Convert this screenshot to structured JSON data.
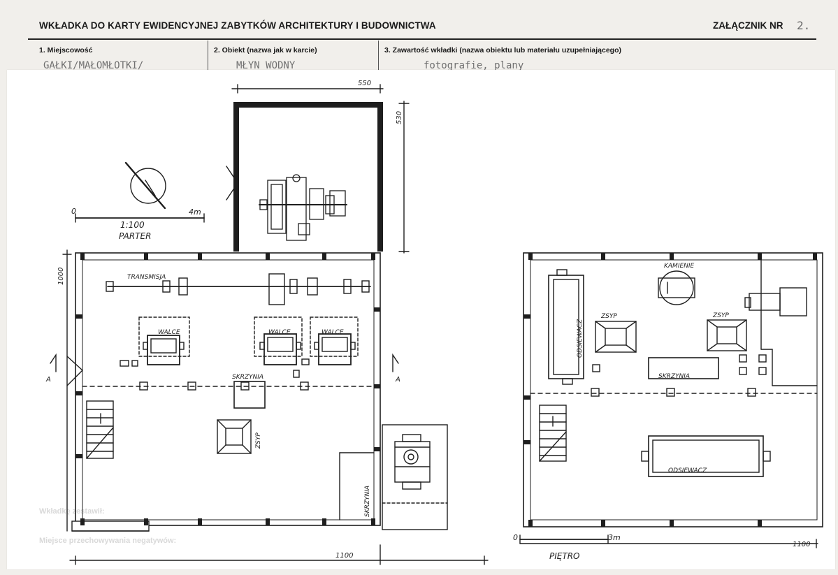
{
  "header": {
    "title": "WKŁADKA DO KARTY EWIDENCYJNEJ ZABYTKÓW ARCHITEKTURY I BUDOWNICTWA",
    "annex_label": "ZAŁĄCZNIK NR",
    "annex_number": "2."
  },
  "fields": [
    {
      "label": "1. Miejscowość",
      "value": "GAŁKI/MAŁOMŁOTKI/"
    },
    {
      "label": "2. Obiekt (nazwa jak w karcie)",
      "value": "MŁYN WODNY"
    },
    {
      "label": "3. Zawartość wkładki (nazwa obiektu lub materiału uzupełniającego)",
      "value": "fotografie, plany"
    }
  ],
  "footer_bleed": {
    "line1": "Wkładkę zestawił:",
    "line2": "Miejsce przechowywania negatywów:"
  },
  "drawing": {
    "scale_ratio": "1:100",
    "scale_end": "4m",
    "scale_zero": "0",
    "ground_floor_title": "PARTER",
    "upper_floor_title": "PIĘTRO",
    "upper_scale_end": "3m",
    "dim_annex_width": "550",
    "dim_annex_depth": "530",
    "dim_main_depth": "1000",
    "dim_main_width": "1100",
    "dim_upper_width": "1100",
    "section_mark": "A",
    "labels": {
      "transmisja": "TRANSMISJA",
      "walce": "WALCE",
      "skrzynia": "SKRZYNIA",
      "zsyp": "ZSYP",
      "kamienie": "KAMIENIE",
      "odsiewacz": "ODSIEWACZ"
    }
  }
}
